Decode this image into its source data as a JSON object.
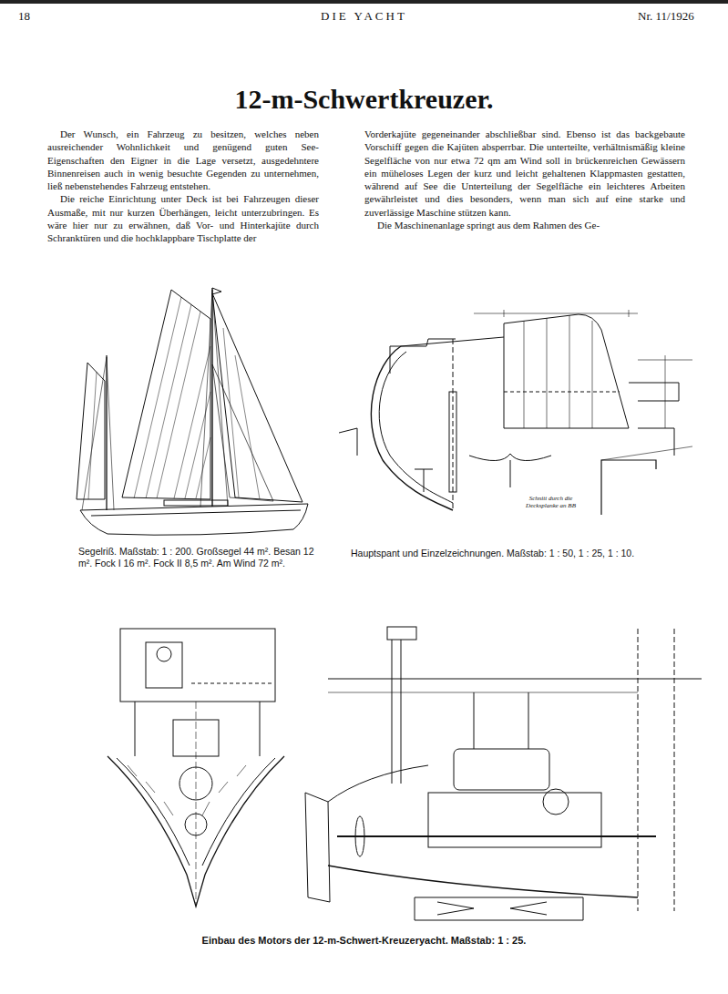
{
  "diagram": {
    "title": "12-m-Schwertkreuzer.",
    "caption": "Einbau des Motors der 12-m-Schwert-Kreuzeryacht. Maßstab: 1 : 25.",
    "labels": [
      "18",
      "DIE YACHT",
      "Nr. 11/1926",
      "Der Wunsch, ein Fahrzeug zu besitzen, welches neben ausreichender Wohnlichkeit und genügend guten See-Eigenschaften den Eigner in die Lage versetzt, ausgedehntere Binnenreisen auch in wenig besuchte Gegenden zu unternehmen, ließ nebenstehendes Fahrzeug entstehen.",
      "Die reiche Einrichtung unter Deck ist bei Fahrzeugen dieser Ausmaße, mit nur kurzen Überhängen, leicht unterzubringen. Es wäre hier nur zu erwähnen, daß Vor- und Hinterkajüte durch Schranktüren und die hochklappbare Tischplatte der",
      "Vorderkajüte gegeneinander abschließbar sind. Ebenso ist das backgebaute Vorschiff gegen die Kajüten absperrbar. Die unterteilte, verhältnismäßig kleine Segelfläche von nur etwa 72 qm am Wind soll in brückenreichen Gewässern ein müheloses Legen der kurz und leicht gehaltenen Klappmasten gestatten, während auf See die Unterteilung der Segelfläche ein leichteres Arbeiten gewährleistet und dies besonders, wenn man sich auf eine starke und zuverlässige Maschine stützen kann.",
      "Die Maschinenanlage springt aus dem Rahmen des Ge-",
      "Segelriß. Maßstab: 1 : 200. Großsegel 44 m². Besan 12 m². Fock I 16 m². Fock II 8,5 m². Am Wind 72 m².",
      "Hauptspant und Einzelzeichnungen. Maßstab: 1 : 50, 1 : 25, 1 : 10.",
      "Schnitt durch die Decksplanke an BB"
    ]
  }
}
